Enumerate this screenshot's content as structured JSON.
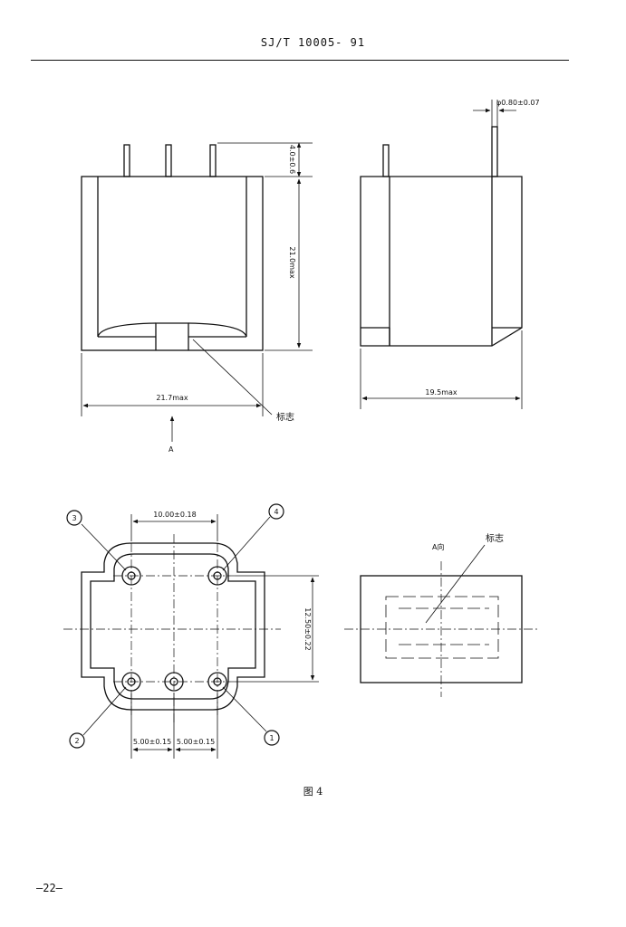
{
  "header": {
    "title": "SJ/T 10005- 91"
  },
  "front_view": {
    "dim_pin_length": "4.0±0.6",
    "dim_height": "21.0max",
    "dim_width": "21.7max",
    "mark_label": "标志",
    "view_direction_label": "A"
  },
  "side_view": {
    "dim_pin_diameter": "φ0.80±0.07",
    "dim_depth": "19.5max"
  },
  "bottom_view": {
    "dim_pin_spacing_top": "10.00±0.18",
    "dim_pin_spacing_vertical": "12.50±0.22",
    "dim_pin_spacing_bottom_left": "5.00±0.15",
    "dim_pin_spacing_bottom_right": "5.00±0.15",
    "pin_numbers": [
      "3",
      "4",
      "2",
      "1"
    ]
  },
  "a_view": {
    "direction_label": "A向",
    "mark_label": "标志"
  },
  "figure_caption": "图 4",
  "page_number": "—22—"
}
